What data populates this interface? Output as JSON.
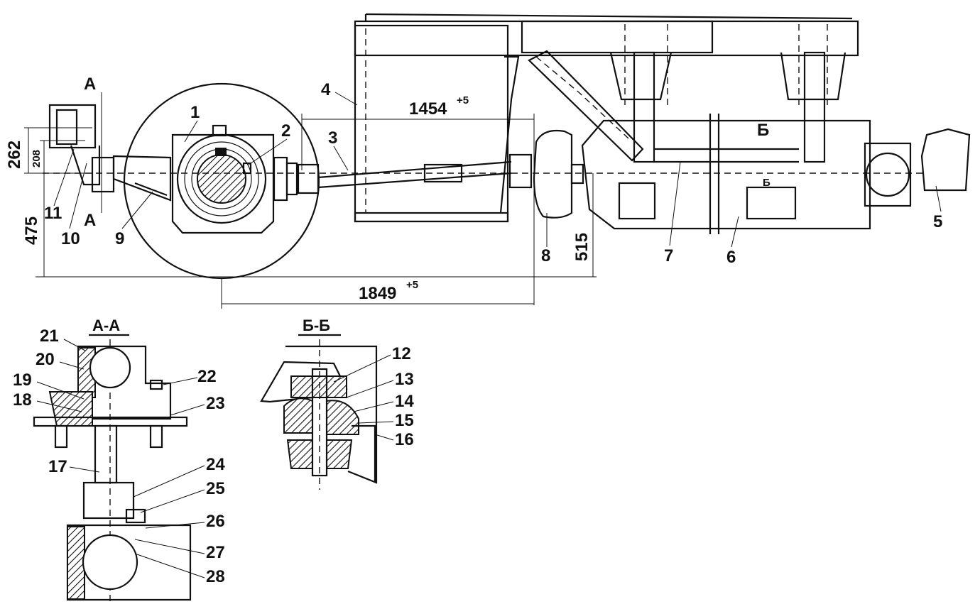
{
  "callouts": {
    "n1": "1",
    "n2": "2",
    "n3": "3",
    "n4": "4",
    "n5": "5",
    "n6": "6",
    "n7": "7",
    "n8": "8",
    "n9": "9",
    "n10": "10",
    "n11": "11",
    "n12": "12",
    "n13": "13",
    "n14": "14",
    "n15": "15",
    "n16": "16",
    "n17": "17",
    "n18": "18",
    "n19": "19",
    "n20": "20",
    "n21": "21",
    "n22": "22",
    "n23": "23",
    "n24": "24",
    "n25": "25",
    "n26": "26",
    "n27": "27",
    "n28": "28"
  },
  "dimensions": {
    "d1454": "1454",
    "d1454_tol": "+5",
    "d1849": "1849",
    "d1849_tol": "+5",
    "d262": "262",
    "d208": "208",
    "d475": "475",
    "d515": "515"
  },
  "sections": {
    "aa_title": "А-А",
    "bb_title": "Б-Б",
    "a_mark": "А",
    "b_mark": "Б"
  }
}
